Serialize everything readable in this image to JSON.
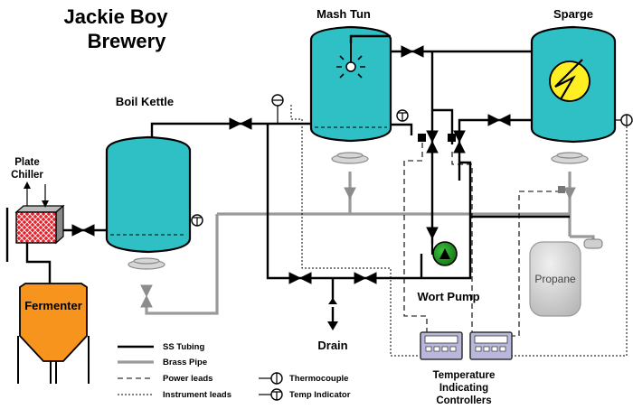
{
  "title": {
    "line1": "Jackie Boy",
    "line2": "Brewery"
  },
  "vessels": {
    "mash_tun": "Mash Tun",
    "sparge": "Sparge",
    "boil_kettle": "Boil Kettle",
    "plate_chiller": {
      "line1": "Plate",
      "line2": "Chiller"
    },
    "fermenter": "Fermenter",
    "propane": "Propane"
  },
  "labels": {
    "wort_pump": "Wort Pump",
    "drain": "Drain",
    "controllers": {
      "line1": "Temperature",
      "line2": "Indicating",
      "line3": "Controllers"
    }
  },
  "legend": {
    "ss_tubing": "SS Tubing",
    "brass_pipe": "Brass Pipe",
    "power_leads": "Power leads",
    "instrument_leads": "Instrument leads",
    "thermocouple": "Thermocouple",
    "temp_indicator": "Temp Indicator"
  },
  "colors": {
    "vessel_fill": "#2fc0c6",
    "fermenter_fill": "#f7941d",
    "chiller_fill": "#e8202a",
    "pump_fill": "#1a8a1a",
    "heater_fill": "#ffee22",
    "controller_fill": "#b9b7dc",
    "brass_pipe": "#9a9a9a",
    "propane_tank": "#d6d6d6"
  }
}
